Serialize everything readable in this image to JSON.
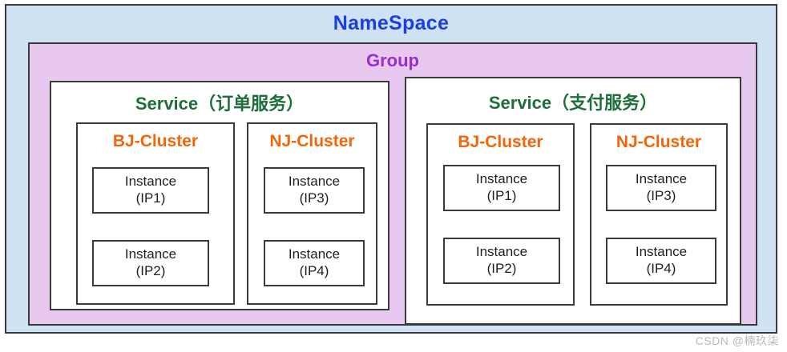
{
  "diagram": {
    "namespace": {
      "title": "NameSpace"
    },
    "group": {
      "title": "Group"
    },
    "services": [
      {
        "id": "order",
        "title": "Service（订单服务）",
        "clusters": [
          {
            "id": "order-bj",
            "title": "BJ-Cluster",
            "instances": [
              {
                "name": "Instance",
                "ip": "(IP1)"
              },
              {
                "name": "Instance",
                "ip": "(IP2)"
              }
            ]
          },
          {
            "id": "order-nj",
            "title": "NJ-Cluster",
            "instances": [
              {
                "name": "Instance",
                "ip": "(IP3)"
              },
              {
                "name": "Instance",
                "ip": "(IP4)"
              }
            ]
          }
        ]
      },
      {
        "id": "pay",
        "title": "Service（支付服务）",
        "clusters": [
          {
            "id": "pay-bj",
            "title": "BJ-Cluster",
            "instances": [
              {
                "name": "Instance",
                "ip": "(IP1)"
              },
              {
                "name": "Instance",
                "ip": "(IP2)"
              }
            ]
          },
          {
            "id": "pay-nj",
            "title": "NJ-Cluster",
            "instances": [
              {
                "name": "Instance",
                "ip": "(IP3)"
              },
              {
                "name": "Instance",
                "ip": "(IP4)"
              }
            ]
          }
        ]
      }
    ],
    "watermark": "CSDN @楠玖柒",
    "colors": {
      "namespace_fill": "#cfe2f3",
      "namespace_text": "#1a3ee8",
      "group_fill": "#e8c8ee",
      "group_text": "#9a2fd0",
      "service_text": "#1e6e3c",
      "cluster_text": "#f4650a",
      "border": "#3a3a3a"
    }
  }
}
